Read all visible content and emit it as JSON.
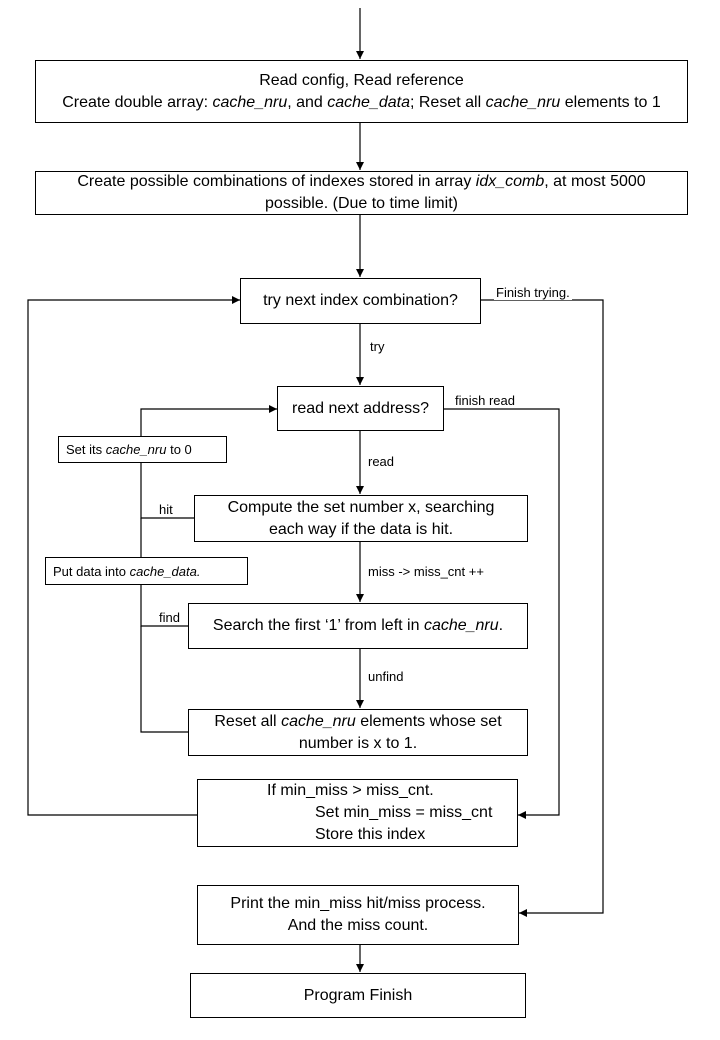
{
  "boxes": {
    "read_config": {
      "line1": "Read config, Read reference",
      "line2": [
        {
          "t": "Create double array: ",
          "i": false
        },
        {
          "t": "cache_nru",
          "i": true
        },
        {
          "t": ", and ",
          "i": false
        },
        {
          "t": "cache_data",
          "i": true
        },
        {
          "t": "; Reset all ",
          "i": false
        },
        {
          "t": "cache_nru",
          "i": true
        },
        {
          "t": " elements to 1",
          "i": false
        }
      ]
    },
    "create_comb": {
      "line1": [
        {
          "t": "Create possible combinations of indexes stored in array ",
          "i": false
        },
        {
          "t": "idx_comb",
          "i": true
        },
        {
          "t": ", at most 5000",
          "i": false
        }
      ],
      "line2": "possible. (Due to time limit)"
    },
    "try_next": "try next index combination?",
    "read_next": "read next address?",
    "compute": {
      "line1": "Compute the set number x, searching",
      "line2": "each way if the data is hit."
    },
    "search": [
      {
        "t": "Search the first ‘1’ from left in ",
        "i": false
      },
      {
        "t": "cache_nru",
        "i": true
      },
      {
        "t": ".",
        "i": false
      }
    ],
    "reset": {
      "line1": [
        {
          "t": "Reset all ",
          "i": false
        },
        {
          "t": "cache_nru",
          "i": true
        },
        {
          "t": " elements whose set",
          "i": false
        }
      ],
      "line2": "number is x to 1."
    },
    "min_miss": {
      "line1": "If min_miss  > miss_cnt.",
      "line2": "Set min_miss = miss_cnt",
      "line3": "Store this index"
    },
    "print": {
      "line1": "Print the min_miss hit/miss process.",
      "line2": "And the miss count."
    },
    "finish": "Program Finish"
  },
  "notes": {
    "set_nru": [
      {
        "t": "Set its ",
        "i": false
      },
      {
        "t": "cache_nru",
        "i": true
      },
      {
        "t": " to 0",
        "i": false
      }
    ],
    "put_data": [
      {
        "t": "Put data into ",
        "i": false
      },
      {
        "t": "cache_data.",
        "i": true
      }
    ]
  },
  "labels": {
    "finish_trying": "Finish trying.",
    "try": "try",
    "finish_read": "finish read",
    "read": "read",
    "hit": "hit",
    "miss": "miss -> miss_cnt ++",
    "find": "find",
    "unfind": "unfind"
  }
}
